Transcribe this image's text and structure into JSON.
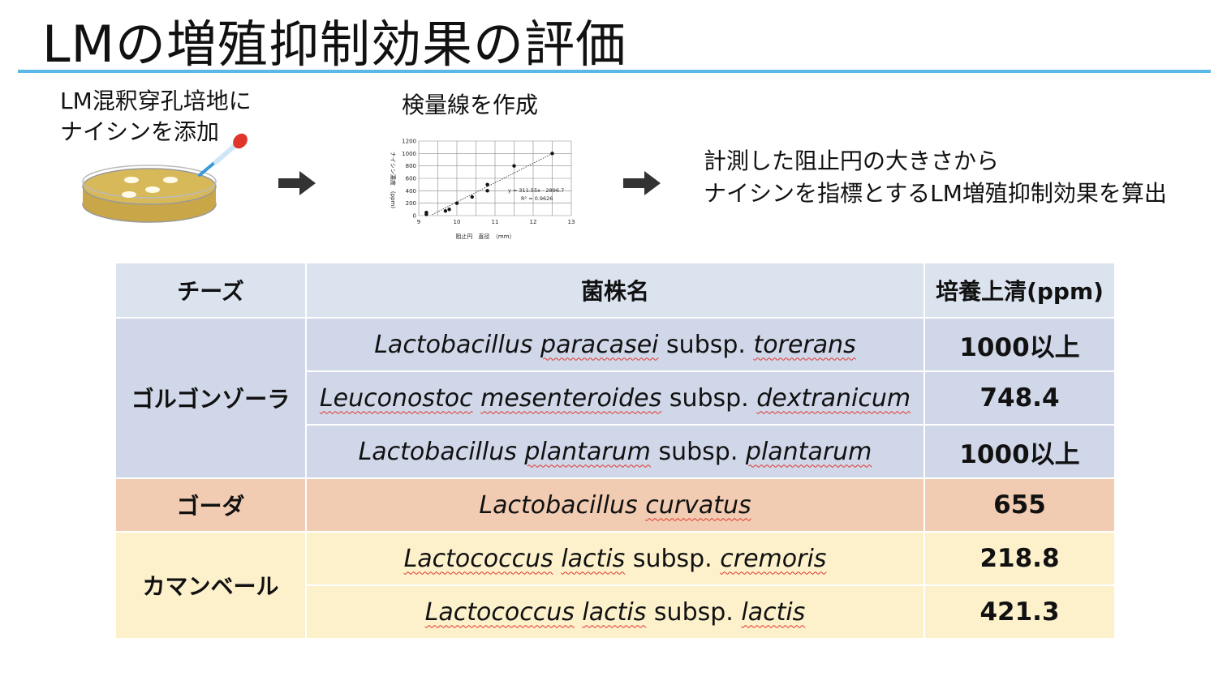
{
  "slide": {
    "title": "LMの増殖抑制効果の評価"
  },
  "steps": [
    {
      "lines": [
        "LM混釈穿孔培地に",
        "ナイシンを添加"
      ]
    },
    {
      "lines": [
        "検量線を作成"
      ]
    },
    {
      "lines": [
        "計測した阻止円の大きさから",
        "ナイシンを指標とするLM増殖抑制効果を算出"
      ]
    }
  ],
  "chart_data": {
    "type": "scatter",
    "x": [
      9.2,
      9.2,
      9.7,
      9.8,
      10.0,
      10.4,
      10.8,
      10.8,
      11.5,
      12.5
    ],
    "y": [
      20,
      50,
      75,
      100,
      200,
      300,
      400,
      500,
      800,
      1000
    ],
    "xlabel": "阻止円　直径　（mm）",
    "ylabel": "ナイシン濃度　(ppm)",
    "xlim": [
      9,
      13
    ],
    "ylim": [
      0,
      1200
    ],
    "xticks": [
      "9",
      "10",
      "11",
      "12",
      "13"
    ],
    "yticks": [
      "0",
      "200",
      "400",
      "600",
      "800",
      "1000",
      "1200"
    ],
    "grid": true,
    "trendline": {
      "type": "linear",
      "slope": 311.55,
      "intercept": -2896.7
    },
    "annotations": [
      "y = 311.55x - 2896.7",
      "R² = 0.9626"
    ]
  },
  "table": {
    "headers": [
      "チーズ",
      "菌株名",
      "培養上清(ppm)"
    ],
    "groups": [
      {
        "cheese": "ゴルゴンゾーラ",
        "rows": [
          {
            "genus": "Lactobacillus",
            "species": "paracasei",
            "subsp_label": "subsp.",
            "subspecies": "torerans",
            "ppm": "1000以上"
          },
          {
            "genus": "Leuconostoc",
            "species": "mesenteroides",
            "subsp_label": "subsp.",
            "subspecies": "dextranicum",
            "ppm": "748.4"
          },
          {
            "genus": "Lactobacillus",
            "species": "plantarum",
            "subsp_label": "subsp.",
            "subspecies": "plantarum",
            "ppm": "1000以上"
          }
        ]
      },
      {
        "cheese": "ゴーダ",
        "rows": [
          {
            "genus": "Lactobacillus",
            "species": "curvatus",
            "ppm": "655"
          }
        ]
      },
      {
        "cheese": "カマンベール",
        "rows": [
          {
            "genus": "Lactococcus",
            "species": "lactis",
            "subsp_label": "subsp.",
            "subspecies": "cremoris",
            "ppm": "218.8"
          },
          {
            "genus": "Lactococcus",
            "species": "lactis",
            "subsp_label": "subsp.",
            "subspecies": "lactis",
            "ppm": "421.3"
          }
        ]
      }
    ]
  },
  "colors": {
    "title_rule": "#5bb8e6",
    "header_bg": "#dbe3ef",
    "gorgonzola_bg": "#d0d7e8",
    "gouda_bg": "#f1ccb3",
    "camembert_bg": "#fdf1cc",
    "spell_underline": "#e0352b"
  },
  "icons": [
    "petri-dish-with-dropper-icon",
    "arrow-right-icon"
  ]
}
